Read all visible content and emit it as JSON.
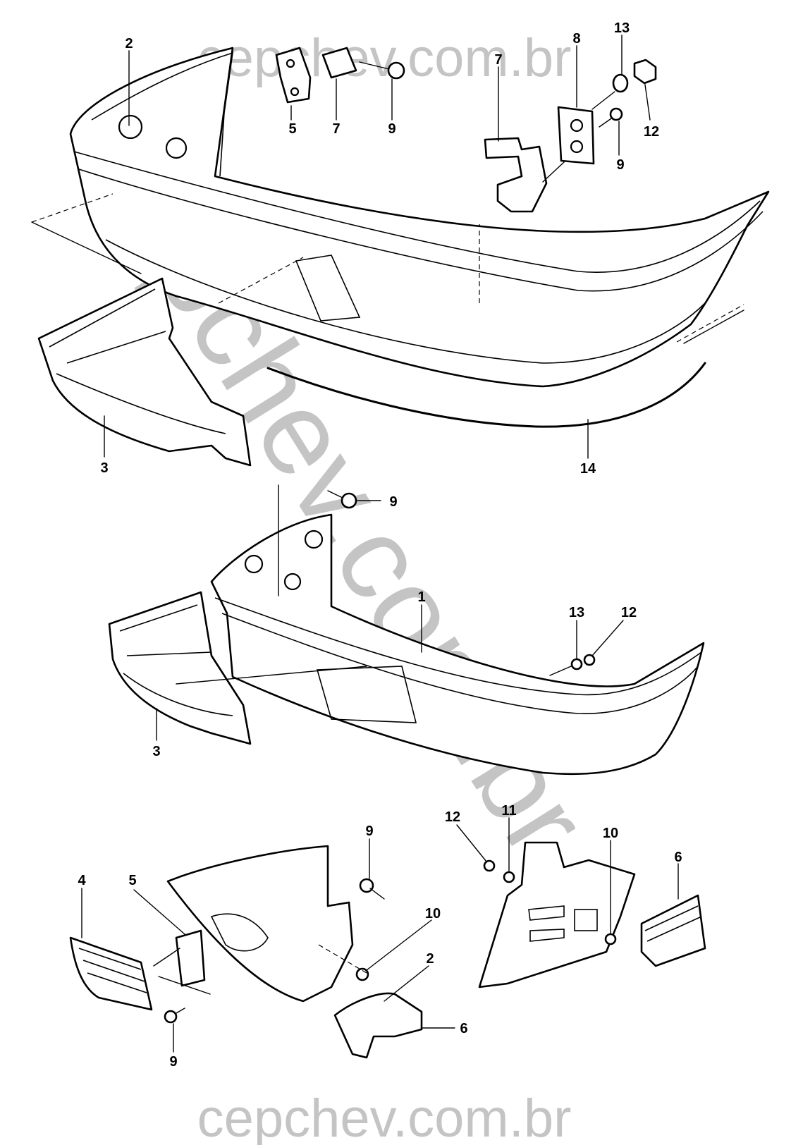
{
  "watermarks": {
    "top": "cepchev.com.br",
    "bottom": "cepchev.com.br",
    "diagonal": "cepchev.com.br"
  },
  "callouts": {
    "top": {
      "c2": "2",
      "c5": "5",
      "c7a": "7",
      "c9a": "9",
      "c7b": "7",
      "c8": "8",
      "c13": "13",
      "c12": "12",
      "c9b": "9",
      "c3": "3",
      "c14": "14"
    },
    "middle": {
      "c9": "9",
      "c1": "1",
      "c13": "13",
      "c12": "12",
      "c3": "3"
    },
    "bottom": {
      "c4": "4",
      "c5": "5",
      "c9a": "9",
      "c10a": "10",
      "c2": "2",
      "c6a": "6",
      "c9b": "9",
      "c12": "12",
      "c11": "11",
      "c10b": "10",
      "c6b": "6"
    }
  }
}
